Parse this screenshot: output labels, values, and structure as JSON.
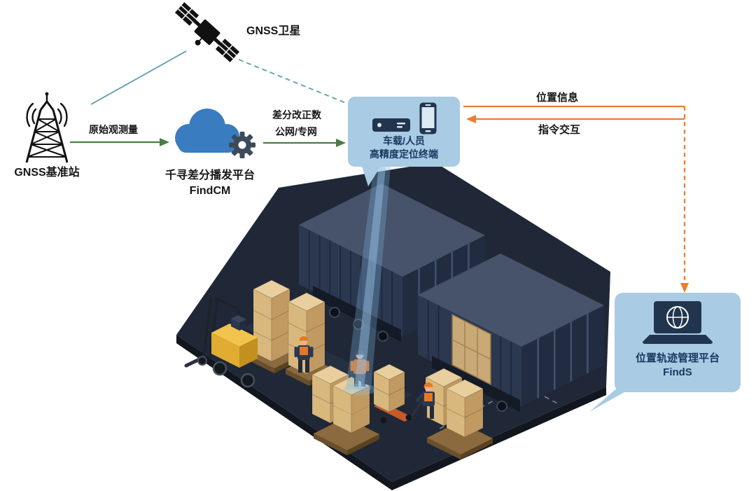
{
  "labels": {
    "satellite": "GNSS卫星",
    "station": "GNSS基准站",
    "cloud1": "千寻差分播发平台",
    "cloud2": "FindCM",
    "raw_obs": "原始观测量",
    "corr1": "差分改正数",
    "corr2": "公网/专网",
    "pos_info": "位置信息",
    "cmd": "指令交互"
  },
  "terminal": {
    "line1": "车载/人员",
    "line2": "高精度定位终端"
  },
  "finds": {
    "line1": "位置轨迹管理平台",
    "line2": "FindS"
  },
  "icons": [
    "satellite-icon",
    "base-station-tower-icon",
    "cloud-icon",
    "gear-icon",
    "vehicle-terminal-icon",
    "smartphone-icon",
    "laptop-globe-icon",
    "container-icon",
    "forklift-icon",
    "worker-icon",
    "pallet-jack-icon"
  ],
  "colors": {
    "panel_blue": "#a9cbe4",
    "navy_text": "#17375e",
    "label_black": "#161616",
    "green_arrow": "#4a7d45",
    "orange_arrow": "#ed7d31",
    "teal_line": "#6ba6b4",
    "cloud_blue": "#3a7cc0",
    "gear_dark": "#3d4a5c",
    "icon_black": "#111111",
    "platform": "#202837",
    "platform_side": "#11161f",
    "cont_top": "#46536b",
    "cont_left": "#2b3850",
    "cont_right": "#222c40",
    "crate_top": "#e8cf9d",
    "crate_left": "#d9b87e",
    "crate_right": "#c19a62",
    "beam_blue": "#79aed6",
    "forklift_yellow": "#e9b83d",
    "vest_orange": "#e87722",
    "device_navy": "#21354f"
  }
}
